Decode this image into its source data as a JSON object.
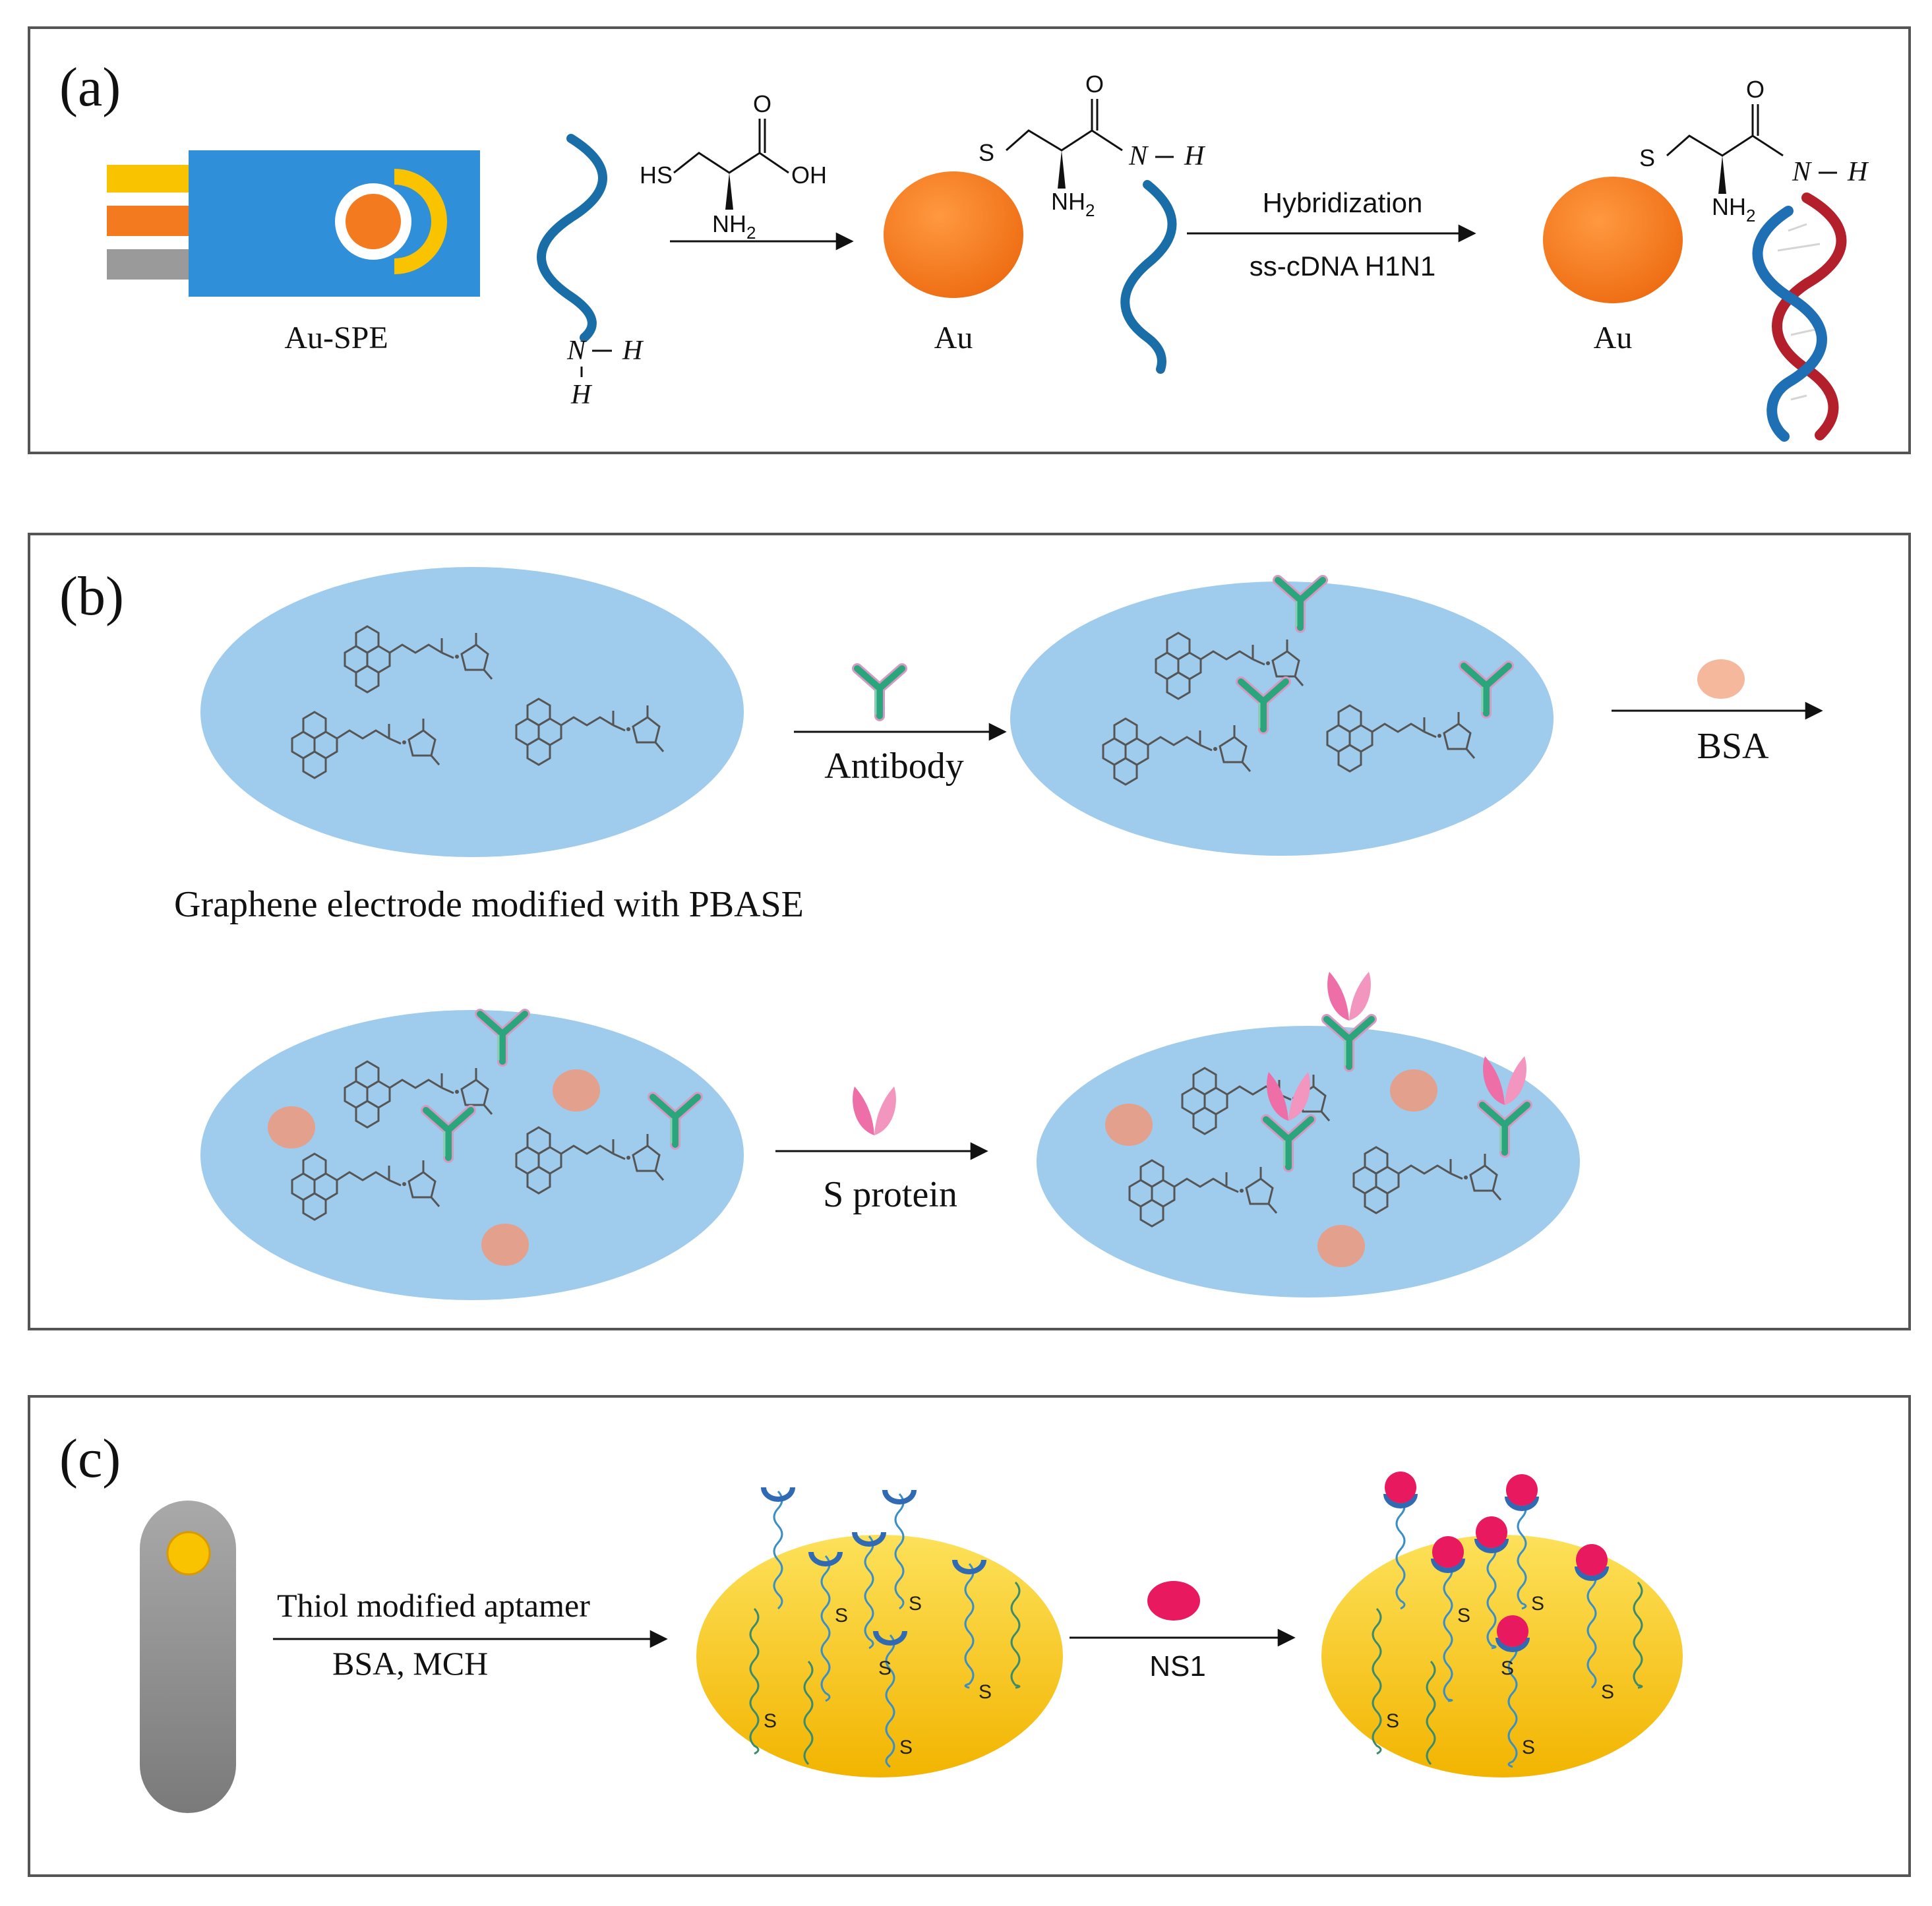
{
  "panels": {
    "a": {
      "label": "(a)",
      "electrode_label": "Au-SPE",
      "cysteine": {
        "hs": "HS",
        "oh": "OH",
        "o": "O",
        "nh2": "NH2"
      },
      "amine": {
        "n": "N",
        "h": "H"
      },
      "au1": "Au",
      "au2": "Au",
      "linked1": {
        "s": "S",
        "o": "O",
        "nh2": "NH2",
        "n": "N",
        "h": "H"
      },
      "linked2": {
        "s": "S",
        "o": "O",
        "nh2": "NH2",
        "n": "N",
        "h": "H"
      },
      "arrow_top": "Hybridization",
      "arrow_bottom": "ss-cDNA H1N1"
    },
    "b": {
      "label": "(b)",
      "caption": "Graphene electrode modified  with PBASE",
      "antibody_label": "Antibody",
      "bsa_label": "BSA",
      "sprotein_label": "S protein"
    },
    "c": {
      "label": "(c)",
      "arrow1_top": "Thiol  modified  aptamer",
      "arrow1_bottom": "BSA, MCH",
      "arrow2_label": "NS1",
      "thiol": "S"
    }
  },
  "colors": {
    "electrode_blue": "#2f8fd8",
    "au_orange": "#f47a20",
    "gold": "#f9c300",
    "graphene_blue": "#9fcbec",
    "bsa": "#e3a08c",
    "antibody_green": "#2aa57c",
    "sprotein_pink": "#ee6fa8",
    "ns1_magenta": "#e8195e",
    "aptamer_blue": "#2f6ab3",
    "dna_blue": "#1f6fb5",
    "dna_red": "#b3202c"
  }
}
